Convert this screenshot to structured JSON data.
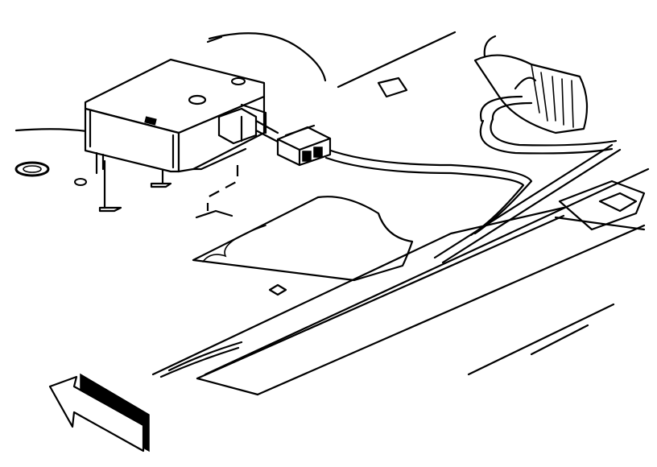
{
  "diagram": {
    "type": "technical-line-illustration",
    "colors": {
      "line": "#000000",
      "background": "#ffffff"
    },
    "components": [
      {
        "name": "control-module"
      },
      {
        "name": "electrical-connector"
      },
      {
        "name": "wiring-harness"
      },
      {
        "name": "mounting-fasteners"
      },
      {
        "name": "direction-arrow"
      }
    ]
  }
}
